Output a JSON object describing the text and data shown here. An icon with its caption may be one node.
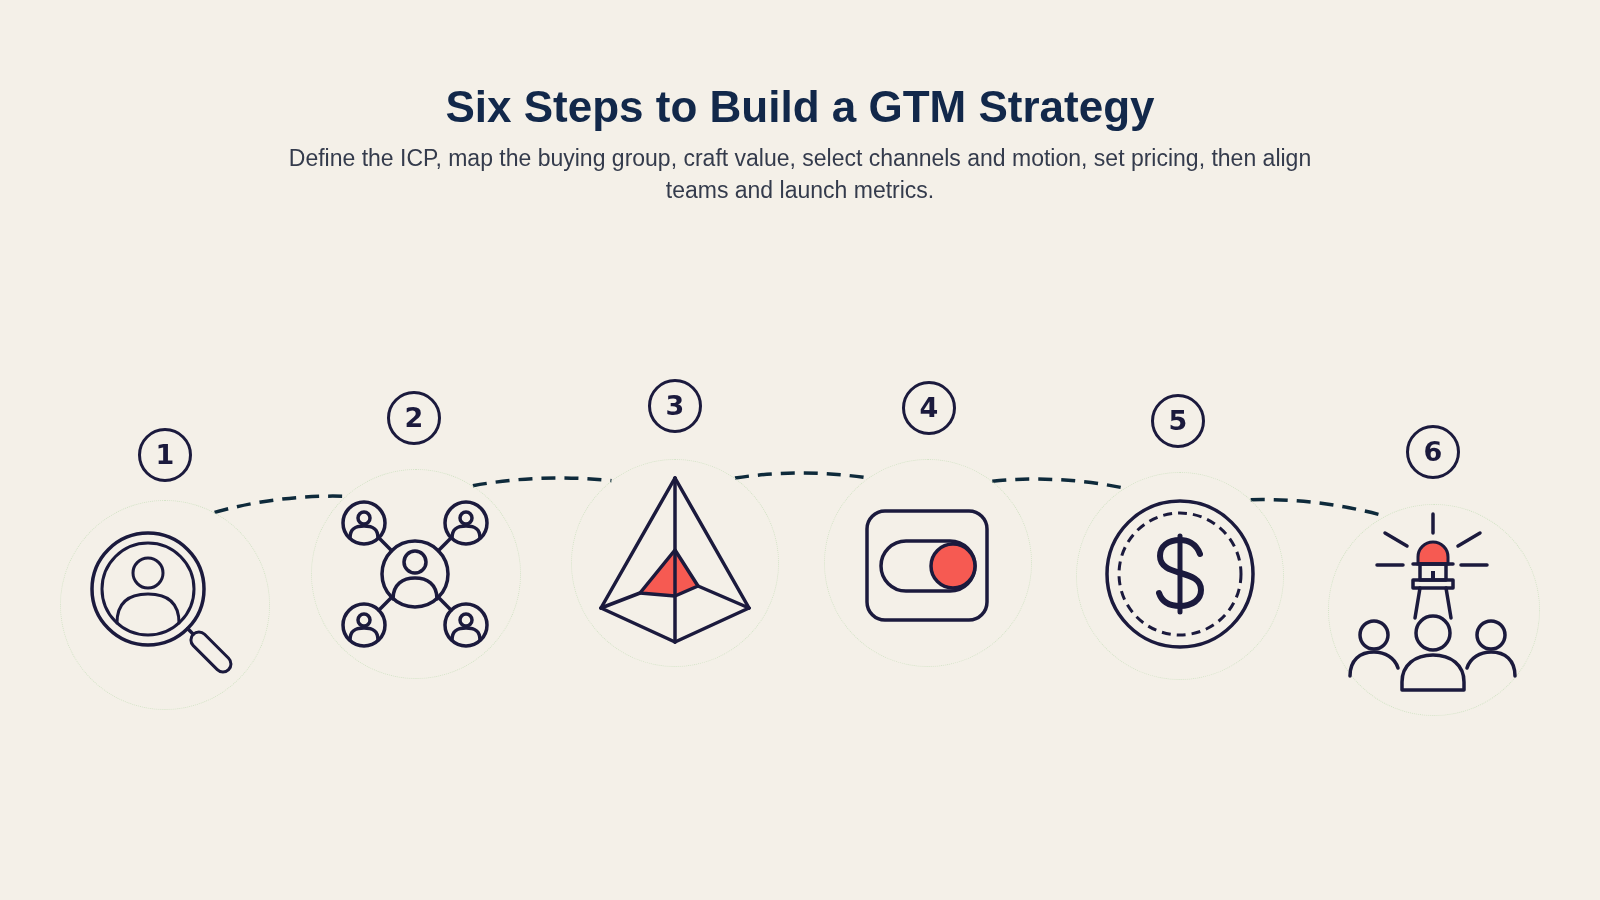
{
  "diagram": {
    "title": "Six Steps to Build a GTM Strategy",
    "nodes": [
      {
        "text": [
          "1"
        ]
      },
      {
        "text": [],
        "shape": "picture"
      },
      {
        "text": [
          "2"
        ]
      },
      {
        "text": [],
        "shape": "picture"
      },
      {
        "text": [
          "3"
        ]
      },
      {
        "text": [],
        "shape": "picture"
      },
      {
        "text": [
          "4"
        ]
      },
      {
        "text": [],
        "shape": "picture"
      },
      {
        "text": [
          "5"
        ]
      },
      {
        "text": [],
        "shape": "picture"
      },
      {
        "text": [
          "6"
        ]
      },
      {
        "text": [],
        "shape": "picture"
      }
    ],
    "edges": [
      {
        "from": 1,
        "to": 3,
        "arrow": "none",
        "style": "dashed"
      },
      {
        "from": 3,
        "to": 5,
        "arrow": "none",
        "style": "dashed"
      },
      {
        "from": 5,
        "to": 7,
        "arrow": "none",
        "style": "dashed"
      },
      {
        "from": 7,
        "to": 9,
        "arrow": "none",
        "style": "dashed"
      },
      {
        "from": 9,
        "to": 11,
        "arrow": "none",
        "style": "dashed"
      }
    ],
    "labels": [
      "Define the ICP, map the buying group, craft value, select channels and motion, set pricing, then align teams and launch metrics."
    ]
  }
}
